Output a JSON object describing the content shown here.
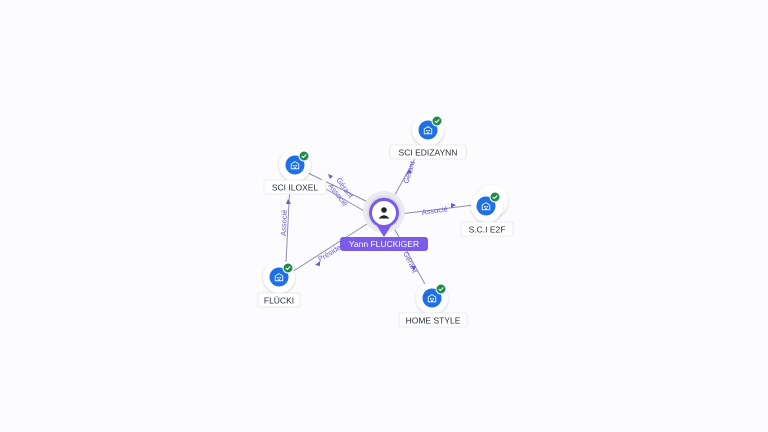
{
  "graph": {
    "center": {
      "name": "Yann FLUCKIGER",
      "icon": "person-icon"
    },
    "companies": [
      {
        "id": "sci-edizaynn",
        "name": "SCI EDIZAYNN",
        "icon": "building-icon",
        "badge": "check-badge-icon"
      },
      {
        "id": "sci-iloxel",
        "name": "SCI ILOXEL",
        "icon": "building-icon",
        "badge": "check-badge-icon"
      },
      {
        "id": "sci-e2f",
        "name": "S.C.I E2F",
        "icon": "building-icon",
        "badge": "check-badge-icon"
      },
      {
        "id": "flucki",
        "name": "FLÜCKI",
        "icon": "building-icon",
        "badge": "check-badge-icon"
      },
      {
        "id": "home-style",
        "name": "HOME STYLE",
        "icon": "building-icon",
        "badge": "check-badge-icon"
      }
    ],
    "relations": [
      {
        "from": "Yann FLUCKIGER",
        "to": "SCI EDIZAYNN",
        "label": "Gérant"
      },
      {
        "from": "Yann FLUCKIGER",
        "to": "SCI ILOXEL",
        "label": "Gérant"
      },
      {
        "from": "Yann FLUCKIGER",
        "to": "SCI ILOXEL",
        "label": "Associé"
      },
      {
        "from": "Yann FLUCKIGER",
        "to": "S.C.I E2F",
        "label": "Associé"
      },
      {
        "from": "Yann FLUCKIGER",
        "to": "FLÜCKI",
        "label": "Président"
      },
      {
        "from": "Yann FLUCKIGER",
        "to": "HOME STYLE",
        "label": "Gérant"
      },
      {
        "from": "FLÜCKI",
        "to": "SCI ILOXEL",
        "label": "Associé"
      }
    ]
  },
  "colors": {
    "accent": "#7b5ce8",
    "building": "#1f6fe5",
    "badge": "#1f8a4c",
    "edge_label": "#6b5bd6"
  }
}
